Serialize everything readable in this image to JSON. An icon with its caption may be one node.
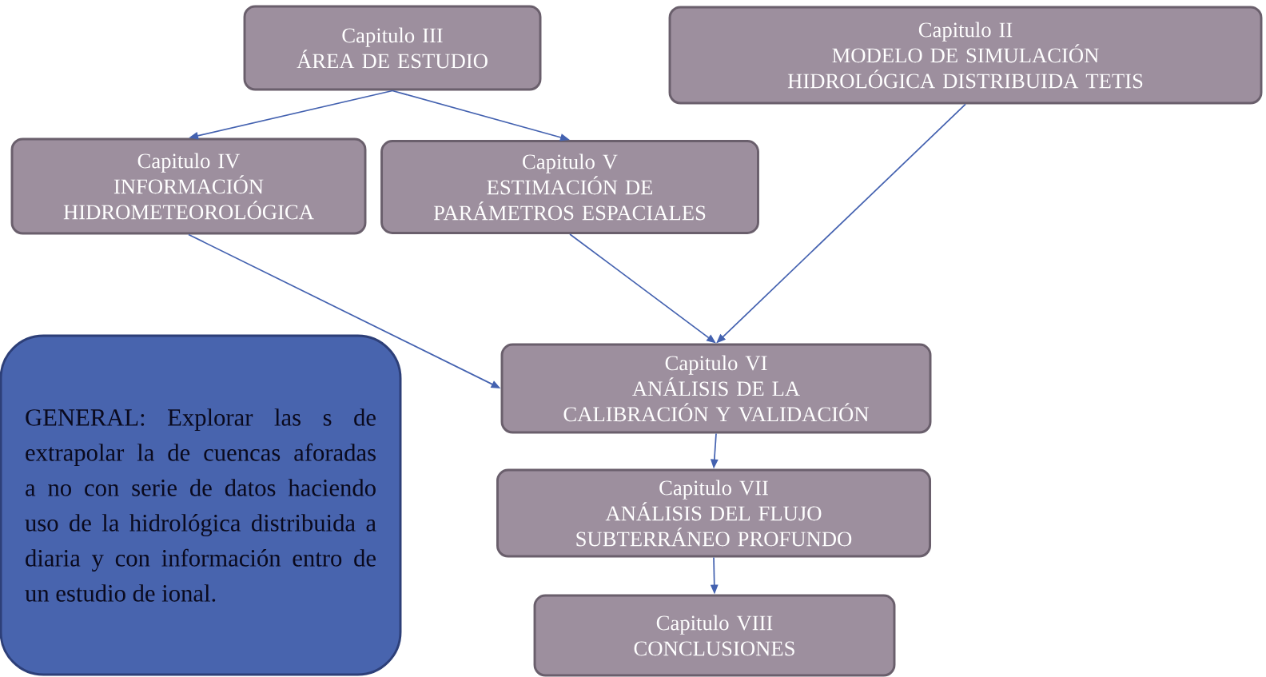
{
  "diagram": {
    "nodes": [
      {
        "text": [
          "Capitulo III",
          "ÁREA DE ESTUDIO"
        ]
      },
      {
        "text": [
          "Capitulo II",
          "MODELO DE SIMULACIÓN HIDROLÓGICA DISTRIBUIDA TETIS"
        ]
      },
      {
        "text": [
          "Capitulo IV",
          "INFORMACIÓN HIDROMETEOROLÓGICA"
        ]
      },
      {
        "text": [
          "Capitulo V",
          "ESTIMACIÓN DE PARÁMETROS ESPACIALES"
        ]
      },
      {
        "text": [
          "Capitulo VI",
          "ANÁLISIS DE LA CALIBRACIÓN Y VALIDACIÓN"
        ]
      },
      {
        "text": [
          "Capitulo VII",
          "ANÁLISIS DEL FLUJO SUBTERRÁNEO PROFUNDO"
        ]
      },
      {
        "text": [
          "Capitulo VIII",
          "CONCLUSIONES"
        ]
      },
      {
        "text": [
          "GENERAL: Explorar las s de extrapolar la de cuencas aforadas a no con serie de datos haciendo uso de la hidrológica distribuida a diaria y con información entro de un estudio de ional."
        ]
      }
    ],
    "edges": [
      {
        "from": 0,
        "to": 2,
        "arrow": "to"
      },
      {
        "from": 0,
        "to": 3,
        "arrow": "to"
      },
      {
        "from": 2,
        "to": 4,
        "arrow": "to"
      },
      {
        "from": 3,
        "to": 4,
        "arrow": "to"
      },
      {
        "from": 1,
        "to": 4,
        "arrow": "to"
      },
      {
        "from": 4,
        "to": 5,
        "arrow": "to"
      },
      {
        "from": 5,
        "to": 6,
        "arrow": "to"
      }
    ]
  }
}
